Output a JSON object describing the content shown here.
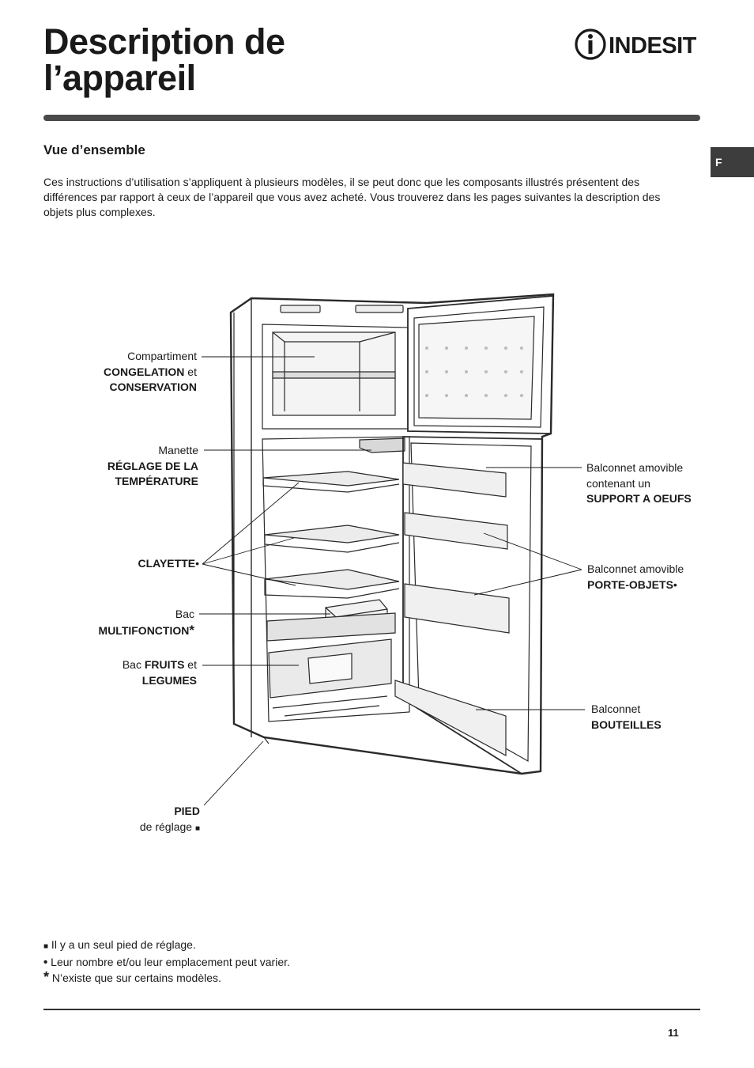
{
  "header": {
    "title_line1": "Description de",
    "title_line2": "l’appareil",
    "brand": "INDESIT",
    "lang_tab": "F"
  },
  "section": {
    "title": "Vue d’ensemble",
    "intro": "Ces instructions d’utilisation s’appliquent à plusieurs modèles, il se peut donc que les composants illustrés présentent des différences par rapport à ceux de l’appareil que vous avez acheté. Vous trouverez dans les pages suivantes la description des objets plus complexes."
  },
  "labels": {
    "freezer": {
      "l1": "Compartiment",
      "l2_bold": "CONGELATION",
      "l2_rest": " et",
      "l3_bold": "CONSERVATION"
    },
    "thermostat": {
      "l1": "Manette",
      "l2_bold": "RÉGLAGE DE LA",
      "l3_bold": "TEMPÉRATURE"
    },
    "shelf": {
      "l1_bold": "CLAYETTE",
      "mark": "•"
    },
    "multi": {
      "l1": "Bac",
      "l2_bold": "MULTIFONCTION",
      "mark": "*"
    },
    "crisper": {
      "l1_pre": "Bac ",
      "l1_bold": "FRUITS",
      "l1_post": " et",
      "l2_bold": "LEGUMES"
    },
    "foot": {
      "l1_bold": "PIED",
      "l2": "de réglage ",
      "mark": "■"
    },
    "egg_rack": {
      "l1": "Balconnet amovible",
      "l2": "contenant un",
      "l3_bold": "SUPPORT A OEUFS"
    },
    "door_rack": {
      "l1": "Balconnet amovible",
      "l2_bold": "PORTE-OBJETS",
      "mark": "•"
    },
    "bottle_rack": {
      "l1": "Balconnet",
      "l2_bold": "BOUTEILLES"
    }
  },
  "notes": [
    {
      "mark": "■",
      "text": " Il y a un seul pied de réglage."
    },
    {
      "mark": "•",
      "text": " Leur nombre et/ou leur emplacement peut varier."
    },
    {
      "mark": "*",
      "text": " N’existe que sur certains modèles."
    }
  ],
  "footer": {
    "page_number": "11"
  },
  "colors": {
    "rule": "#4a4a4a",
    "tab_bg": "#3d3d3d",
    "text": "#1a1a1a"
  }
}
